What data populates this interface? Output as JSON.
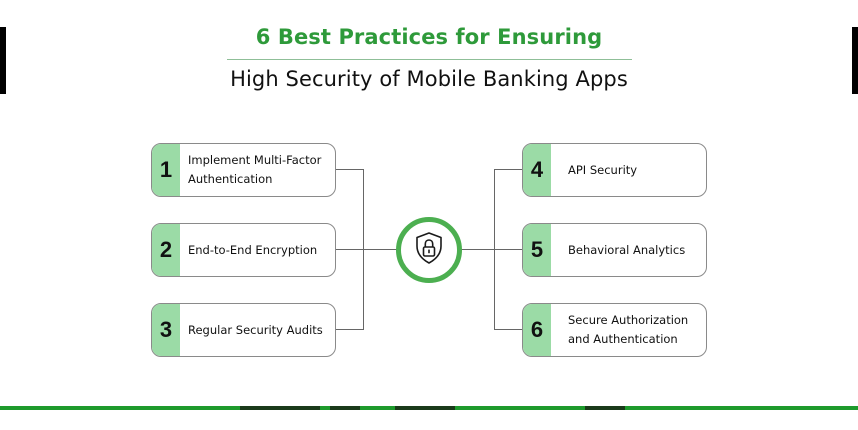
{
  "title": {
    "line1": "6 Best Practices for Ensuring",
    "line2": "High Security of Mobile Banking Apps"
  },
  "colors": {
    "brand_green": "#2e9a3a",
    "divider": "#8fbf98",
    "number_strip": "#9bdba6",
    "hub_ring": "#4caf50",
    "connector": "#666666",
    "bottom_strip": "#1e9a2c"
  },
  "center_icon": "shield-lock-icon",
  "practices_left": [
    {
      "number": "1",
      "label": "Implement Multi-Factor Authentication",
      "line1": "Implement Multi-Factor",
      "line2": "Authentication"
    },
    {
      "number": "2",
      "label": "End-to-End Encryption",
      "line1": "End-to-End Encryption",
      "line2": ""
    },
    {
      "number": "3",
      "label": "Regular Security Audits",
      "line1": "Regular Security Audits",
      "line2": ""
    }
  ],
  "practices_right": [
    {
      "number": "4",
      "label": "API Security",
      "line1": "API Security",
      "line2": ""
    },
    {
      "number": "5",
      "label": "Behavioral Analytics",
      "line1": "Behavioral Analytics",
      "line2": ""
    },
    {
      "number": "6",
      "label": "Secure Authorization and Authentication",
      "line1": "Secure Authorization",
      "line2": "and Authentication"
    }
  ]
}
